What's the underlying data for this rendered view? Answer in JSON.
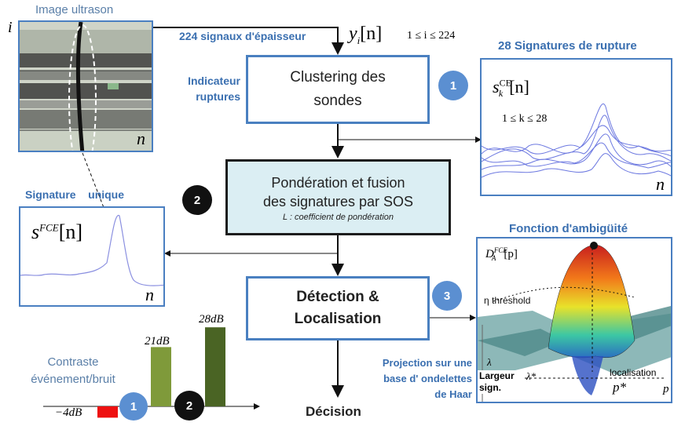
{
  "labels": {
    "image_title": "Image ultrason",
    "signals_label": "224 signaux d'épaisseur",
    "y_symbol": "y",
    "y_sub": "i",
    "y_arg": "[n]",
    "range_i": "1 ≤ i ≤ 224",
    "i_axis": "i",
    "n_axis": "n",
    "indicator_line1": "Indicateur",
    "indicator_line2": "ruptures",
    "signatures_title": "28 Signatures de rupture",
    "s_k": "s",
    "s_k_sup": "CE",
    "s_k_sub": "k",
    "s_k_arg": "[n]",
    "range_k": "1 ≤ k ≤ 28",
    "unique_title_a": "Signature",
    "unique_title_b": "unique",
    "s_fce": "s",
    "s_fce_sup": "FCE",
    "s_fce_arg": "[n]",
    "ambiguity_title": "Fonction d'ambigüité",
    "d_sym": "D",
    "d_sub": "A",
    "d_sup": "FCE",
    "d_arg": "[p]",
    "threshold": "η threshold",
    "lambda": "λ",
    "lambda_star": "λ*",
    "largeur": "Largeur",
    "sign": "sign.",
    "localisation": "localisation",
    "p_star": "p*",
    "p": "p",
    "projection_line1": "Projection sur une",
    "projection_line2": "base d' ondelettes",
    "projection_line3": "de Haar",
    "contrast_line1": "Contraste",
    "contrast_line2": "événement/bruit",
    "decision": "Décision"
  },
  "boxes": {
    "clustering_line1": "Clustering des",
    "clustering_line2": "sondes",
    "fusion_line1": "Pondération et fusion",
    "fusion_line2": "des signatures par SOS",
    "fusion_note": "L : coefficient de pondération",
    "detection_line1": "Détection &",
    "detection_line2": "Localisation"
  },
  "steps": [
    "1",
    "2",
    "3"
  ],
  "colors": {
    "accent": "#4a80c0",
    "fusion_fill": "#dbeef3",
    "bar_light": "#7f9a3a",
    "bar_dark": "#4a6424",
    "neg": "#ee1111"
  },
  "chart_data": {
    "type": "bar",
    "categories": [
      "1",
      "2"
    ],
    "series": [
      {
        "values": [
          21,
          28
        ]
      }
    ],
    "value_labels": [
      "21dB",
      "28dB"
    ],
    "baseline_label": "−4dB",
    "baseline_value": -4,
    "ylabel": "Contraste événement/bruit"
  }
}
